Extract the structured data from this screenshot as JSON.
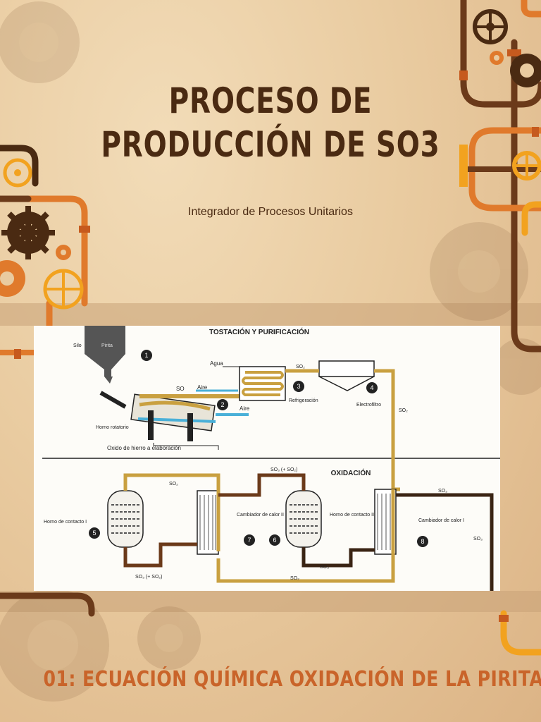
{
  "slide": {
    "title_line1": "PROCESO DE",
    "title_line2": "PRODUCCIÓN DE SO3",
    "subtitle": "Integrador de Procesos Unitarios",
    "footer": "01: ECUACIÓN QUÍMICA OXIDACIÓN DE LA PIRITA"
  },
  "colors": {
    "background": "#e9cba0",
    "title": "#4a2a12",
    "footer": "#c9642a",
    "pipe_brown": "#6b3a1a",
    "pipe_orange": "#e07a2c",
    "pipe_yellow": "#f2a21f",
    "gear_dark": "#4a2a12"
  },
  "diagram": {
    "section_top": "TOSTACIÓN Y PURIFICACIÓN",
    "section_bottom": "OXIDACIÓN",
    "labels": {
      "silo": "Silo",
      "pirita": "Pirita",
      "agua": "Agua",
      "so": "SO",
      "aire": "Aire",
      "aire2": "Aire",
      "so2_top": "SO₂",
      "refrigeracion": "Refrigeración",
      "electrofiltro": "Electrofiltro",
      "so2_right": "SO₂",
      "horno_rotatorio": "Horno rotatorio",
      "oxido": "Oxido de hierro a elaboración",
      "so2_loop": "SO₂",
      "so2_so3_top": "SO₃ (+ SO₂)",
      "so3_right": "SO₃",
      "horno_contacto_1": "Horno de contacto I",
      "cambiador_2": "Cambiador de calor II",
      "horno_contacto_2": "Horno de contacto II",
      "cambiador_1": "Cambiador de calor I",
      "so3_out": "SO₃",
      "so3_so2_bottom": "SO₃ (+ SO₂)",
      "so3_bottom": "SO₃",
      "so2_bottom": "SO₂"
    },
    "steps": [
      "1",
      "2",
      "3",
      "4",
      "5",
      "6",
      "7",
      "8"
    ]
  }
}
